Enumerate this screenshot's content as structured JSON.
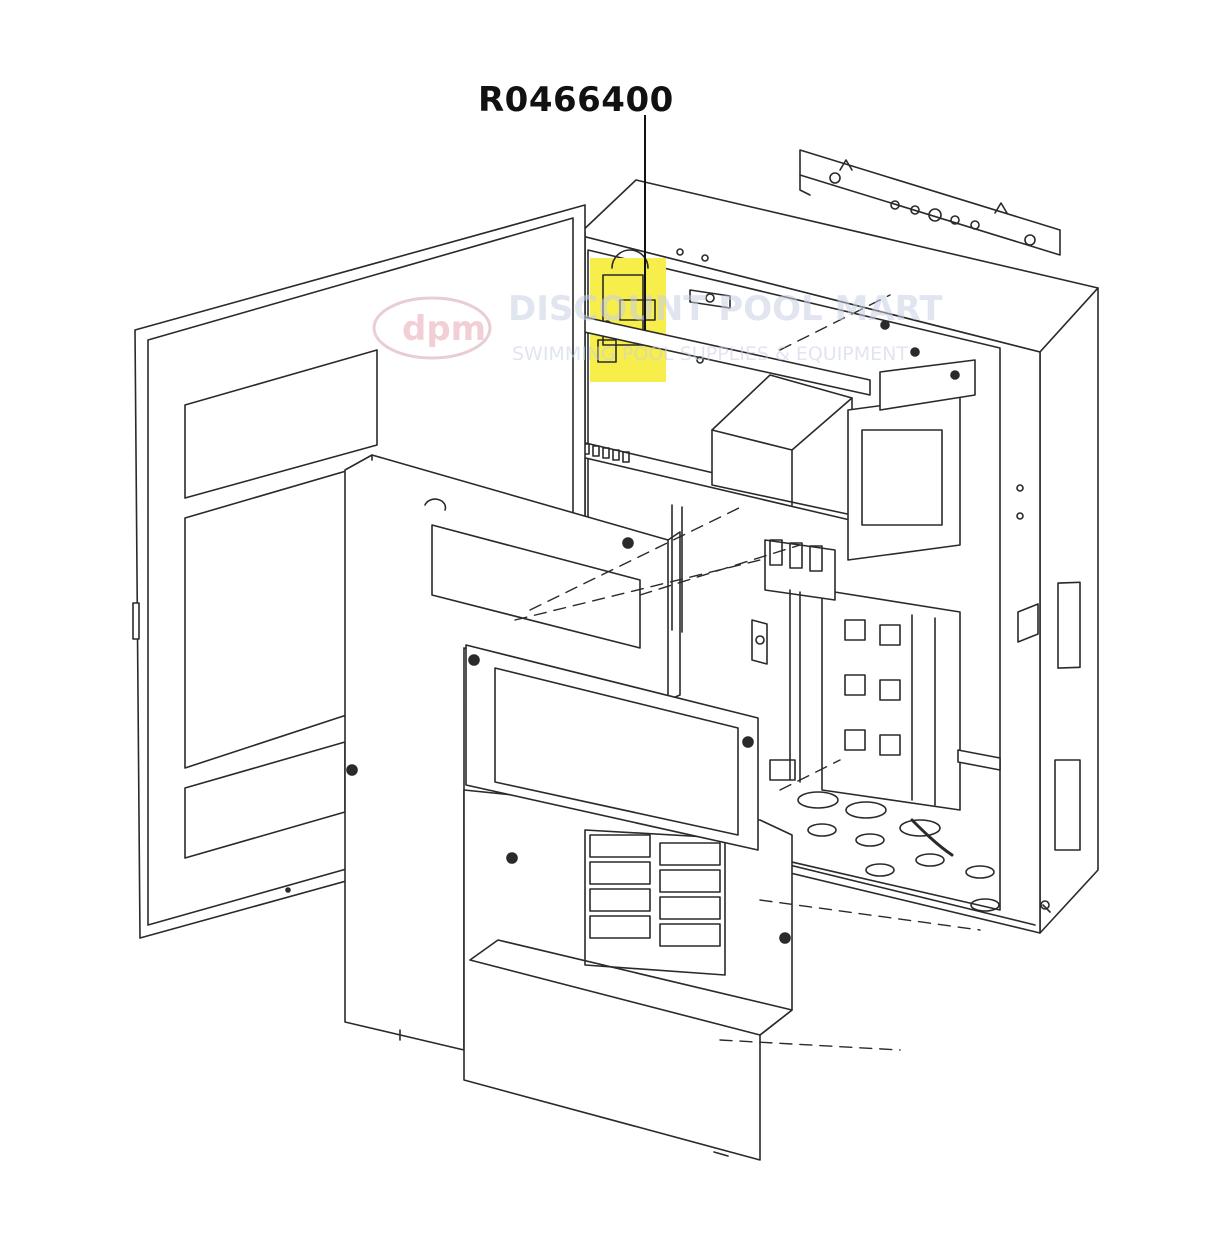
{
  "diagram": {
    "part_number": "R0466400",
    "highlight_color": "#f7ee4b",
    "line_color": "#2a2a2a"
  },
  "watermark": {
    "logo_text": "dpm",
    "brand_text": "DISCOUNT POOL MART",
    "tagline": "SWIMMING POOL SUPPLIES & EQUIPMENT",
    "color": "#c8d0e4"
  }
}
